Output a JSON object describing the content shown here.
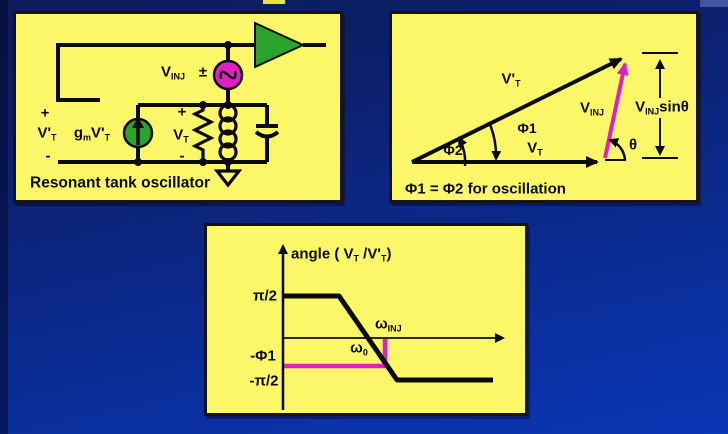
{
  "colors": {
    "background_top": "#0d1c5a",
    "background_bottom": "#0a37b6",
    "panel_yellow": "#fbf768",
    "magenta": "#e21fc4",
    "green": "#2ba32c",
    "ink": "#0b0b0b",
    "title_fragment_yellow": "#ece43a",
    "corner_fragment_blue": "#44549f"
  },
  "panel1": {
    "caption": "Resonant tank oscillator",
    "vinj_main": "V",
    "vinj_sub": "INJ",
    "plus_minus": "±",
    "left_plus": "+",
    "left_minus": "-",
    "vpt_main": "V'",
    "vpt_sub": "T",
    "gm_main": "g",
    "gm_sub": "m",
    "gmv_main": "V'",
    "gmv_sub": "T",
    "tank_plus": "+",
    "tank_minus": "-",
    "vt_main": "V",
    "vt_sub": "T"
  },
  "panel2": {
    "caption": "Φ1 = Φ2 for oscillation",
    "vpt_main": "V'",
    "vpt_sub": "T",
    "phi1": "Φ1",
    "phi2": "Φ2",
    "vt_main": "V",
    "vt_sub": "T",
    "vinj_main": "V",
    "vinj_sub": "INJ",
    "vinjsin_main": "V",
    "vinjsin_sub": "INJ",
    "vinjsin_tail": "sinθ",
    "theta": "θ"
  },
  "panel3": {
    "axis_label_p1": "angle ( V",
    "axis_label_s1": "T",
    "axis_label_p2": " /V'",
    "axis_label_s2": "T",
    "axis_label_p3": ")",
    "pi_half": "π/2",
    "neg_phi1": "-Φ1",
    "neg_pi_half": "-π/2",
    "omega0_main": "ω",
    "omega0_sub": "0",
    "omegainj_main": "ω",
    "omegainj_sub": "INJ"
  }
}
